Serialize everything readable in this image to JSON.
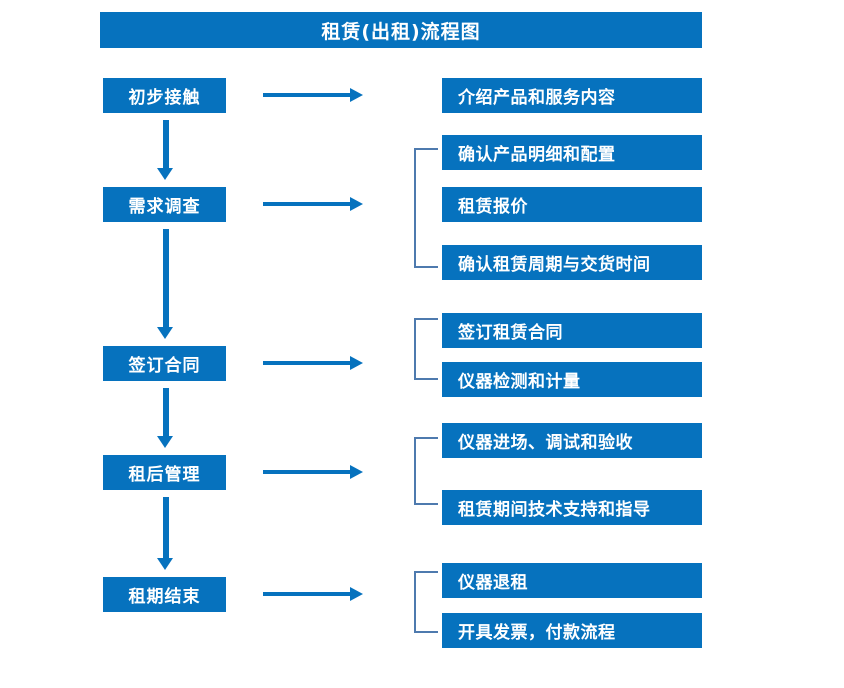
{
  "title": "租赁(出租)流程图",
  "colors": {
    "box_fill": "#0672BE",
    "box_text": "#FFFFFF",
    "arrow": "#0672BE",
    "bracket": "#4E7AAE",
    "background": "#FFFFFF"
  },
  "stages": [
    {
      "label": "初步接触"
    },
    {
      "label": "需求调查"
    },
    {
      "label": "签订合同"
    },
    {
      "label": "租后管理"
    },
    {
      "label": "租期结束"
    }
  ],
  "details": [
    {
      "label": "介绍产品和服务内容"
    },
    {
      "label": "确认产品明细和配置"
    },
    {
      "label": "租赁报价"
    },
    {
      "label": "确认租赁周期与交货时间"
    },
    {
      "label": "签订租赁合同"
    },
    {
      "label": "仪器检测和计量"
    },
    {
      "label": "仪器进场、调试和验收"
    },
    {
      "label": "租赁期间技术支持和指导"
    },
    {
      "label": "仪器退租"
    },
    {
      "label": "开具发票，付款流程"
    }
  ],
  "groups": [
    {
      "stage": "初步接触",
      "details": [
        "介绍产品和服务内容"
      ],
      "bracket": false
    },
    {
      "stage": "需求调查",
      "details": [
        "确认产品明细和配置",
        "租赁报价",
        "确认租赁周期与交货时间"
      ],
      "bracket": true
    },
    {
      "stage": "签订合同",
      "details": [
        "签订租赁合同",
        "仪器检测和计量"
      ],
      "bracket": true
    },
    {
      "stage": "租后管理",
      "details": [
        "仪器进场、调试和验收",
        "租赁期间技术支持和指导"
      ],
      "bracket": true
    },
    {
      "stage": "租期结束",
      "details": [
        "仪器退租",
        "开具发票，付款流程"
      ],
      "bracket": true
    }
  ],
  "flow_arrows": {
    "horizontal_count": 5,
    "vertical_count": 4,
    "direction": "左侧阶段依次向下，向右展开明细"
  }
}
